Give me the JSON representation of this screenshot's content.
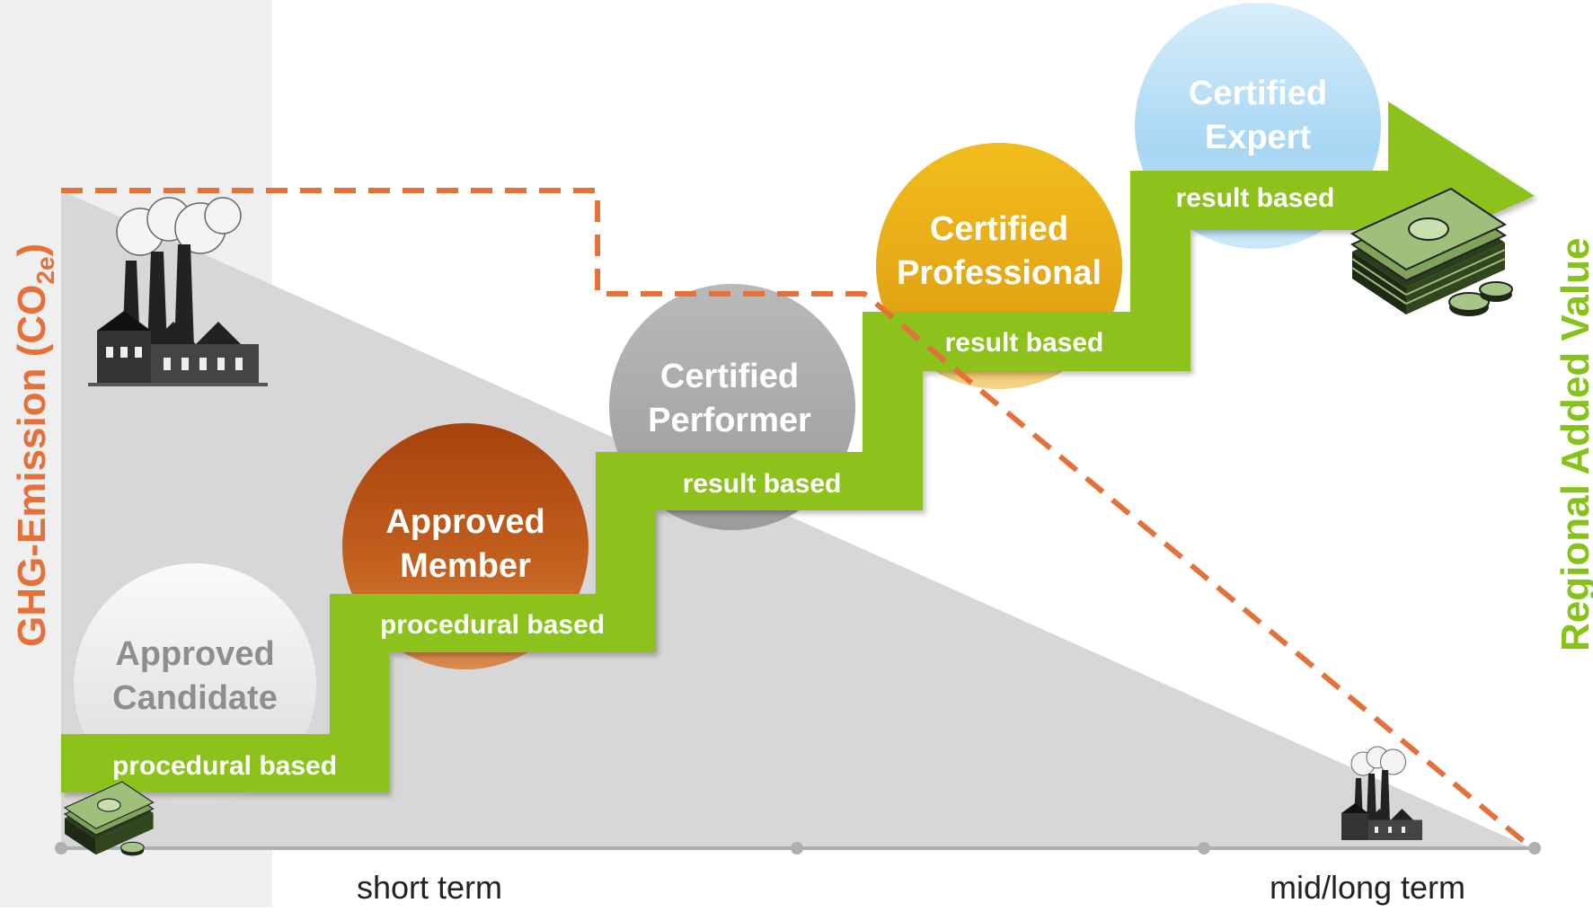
{
  "colors": {
    "emission": "#E4703A",
    "value": "#86C31A",
    "stair": "#8DC21F",
    "triangle": "#D7D7D7",
    "panel": "#EFEFEF",
    "axis": "#AFAFAF"
  },
  "axes": {
    "y_left_label": "GHG-Emission (CO",
    "y_left_subscript": "2e",
    "y_left_close": ")",
    "y_right_label": "Regional Added Value",
    "x_labels": [
      "short term",
      "mid/long term"
    ]
  },
  "stages": [
    {
      "title_line1": "Approved",
      "title_line2": "Candidate",
      "basis": "procedural based"
    },
    {
      "title_line1": "Approved",
      "title_line2": "Member",
      "basis": "procedural based"
    },
    {
      "title_line1": "Certified",
      "title_line2": "Performer",
      "basis": "result based"
    },
    {
      "title_line1": "Certified",
      "title_line2": "Professional",
      "basis": "result based"
    },
    {
      "title_line1": "Certified",
      "title_line2": "Expert",
      "basis": "result based"
    }
  ],
  "icons": [
    "factory-icon-large",
    "factory-icon-small",
    "money-stack-icon-large",
    "money-stack-icon-small"
  ]
}
